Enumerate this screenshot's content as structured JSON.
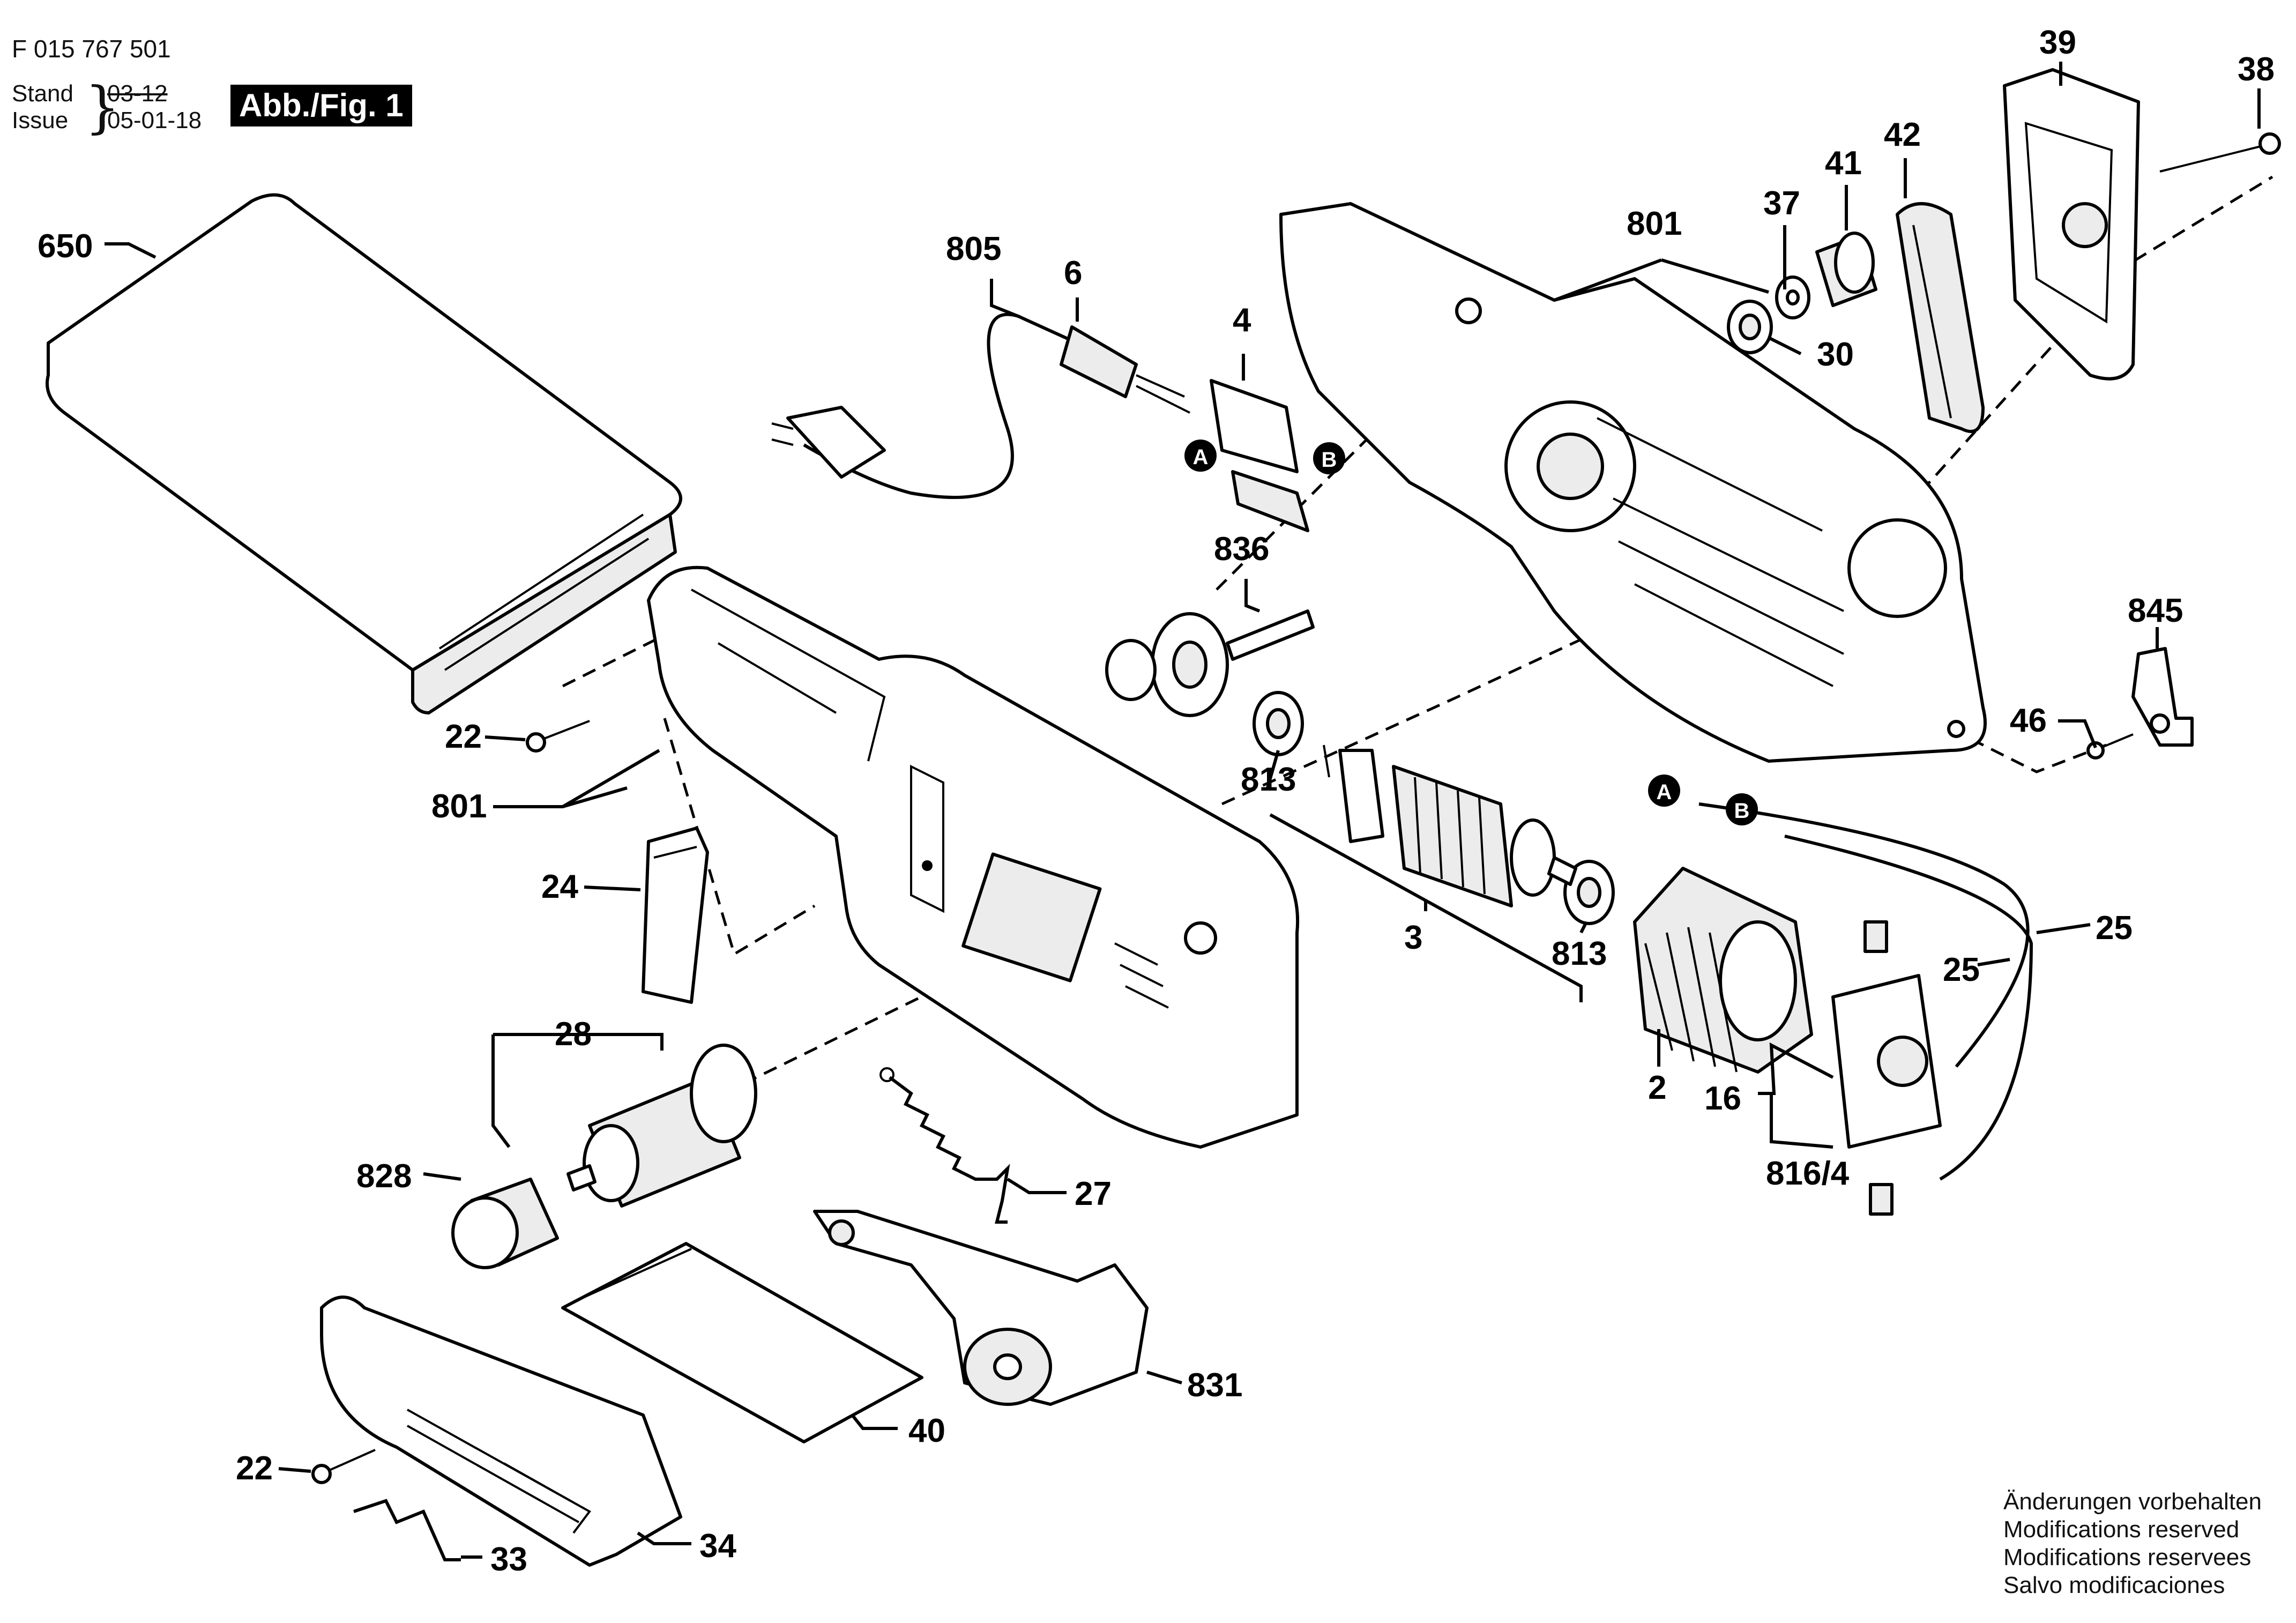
{
  "header": {
    "document_number": "F 015 767 501",
    "stand_label": "Stand",
    "issue_label": "Issue",
    "old_date": "03-12",
    "new_date": "05-01-18",
    "figure_label": "Abb./Fig. 1"
  },
  "footer": {
    "lines": [
      "Änderungen vorbehalten",
      "Modifications reserved",
      "Modifications reservees",
      "Salvo modificaciones"
    ]
  },
  "callouts": {
    "c650": "650",
    "c805": "805",
    "c6": "6",
    "c4": "4",
    "c801_top": "801",
    "c37": "37",
    "c41": "41",
    "c42": "42",
    "c39": "39",
    "c38": "38",
    "c30": "30",
    "c836": "836",
    "c845": "845",
    "c46": "46",
    "c22_top": "22",
    "c801_left": "801",
    "c24": "24",
    "c813_top": "813",
    "c3": "3",
    "c813_bottom": "813",
    "c2": "2",
    "c16": "16",
    "c816_4": "816/4",
    "c25_a": "25",
    "c25_b": "25",
    "c28": "28",
    "c828": "828",
    "c27": "27",
    "c831": "831",
    "c40": "40",
    "c22_bottom": "22",
    "c33": "33",
    "c34": "34"
  },
  "connectors": {
    "a_switch": "A",
    "b_switch": "B",
    "a_wire": "A",
    "b_wire": "B"
  }
}
